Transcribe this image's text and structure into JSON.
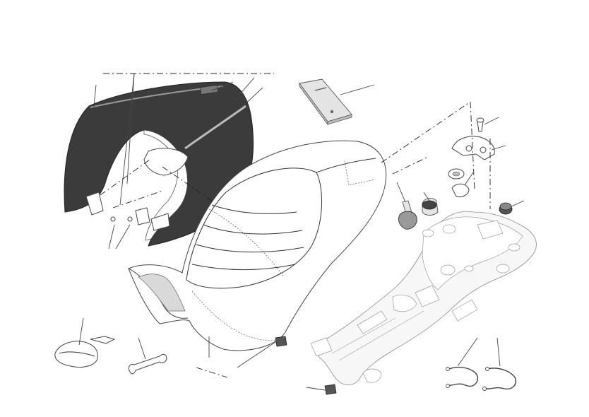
{
  "drawing": {
    "parts": [
      "rear-seat-cover",
      "seat",
      "manual-booklet",
      "seat-lock-mechanism",
      "lock-cylinder",
      "ignition-key",
      "rubber-grommet",
      "rear-subframe",
      "cable-pair",
      "wrench",
      "tool-pouch",
      "retaining-clip"
    ]
  }
}
